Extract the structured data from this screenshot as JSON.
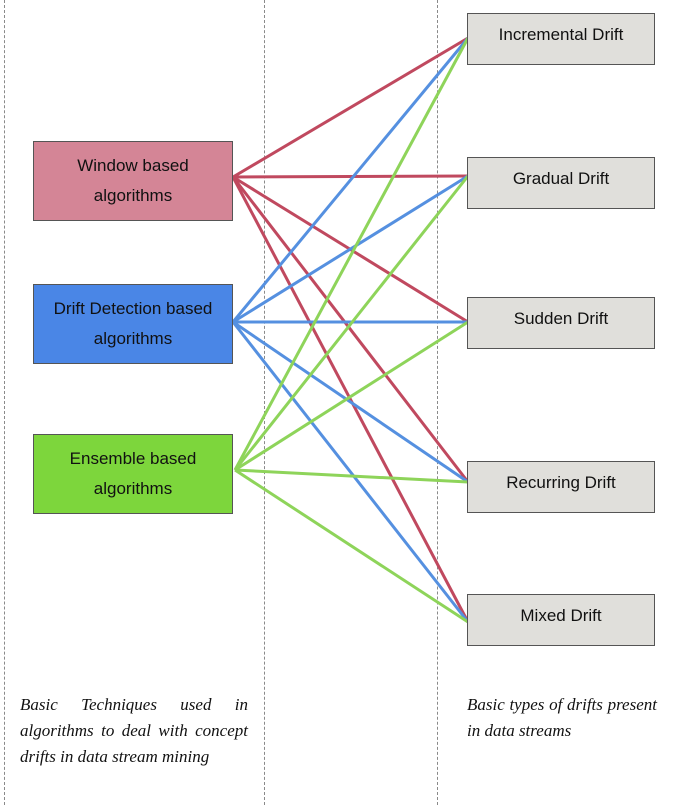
{
  "techniques": [
    {
      "label": "Window based algorithms",
      "color": "#d48596"
    },
    {
      "label": "Drift Detection based algorithms",
      "color": "#4a86e6"
    },
    {
      "label": "Ensemble based algorithms",
      "color": "#7dd63c"
    }
  ],
  "drift_types": [
    {
      "label": "Incremental Drift"
    },
    {
      "label": "Gradual Drift"
    },
    {
      "label": "Sudden Drift"
    },
    {
      "label": "Recurring Drift"
    },
    {
      "label": "Mixed Drift"
    }
  ],
  "line_colors": {
    "window": "#c0495f",
    "drift_detection": "#5590e0",
    "ensemble": "#8ed45a"
  },
  "captions": {
    "left": "Basic Techniques used in algorithms to deal with concept drifts in data stream mining",
    "right": "Basic types of drifts present in data streams"
  }
}
